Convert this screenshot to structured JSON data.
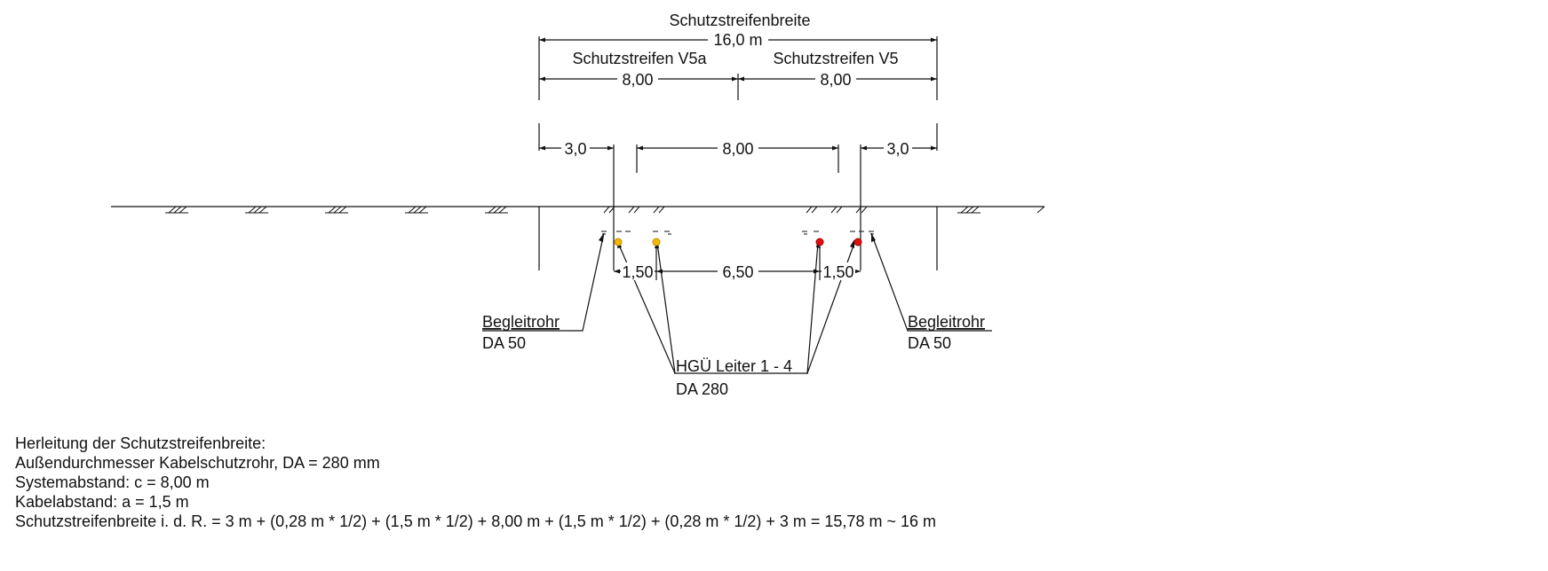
{
  "drawing": {
    "width_title": "Schutzstreifenbreite",
    "width_total": "16,0 m",
    "strip_left_title": "Schutzstreifen V5a",
    "strip_right_title": "Schutzstreifen V5",
    "strip_left_width": "8,00",
    "strip_right_width": "8,00",
    "edge_left": "3,0",
    "system_distance": "8,00",
    "edge_right": "3,0",
    "cable_spacing_left": "1,50",
    "inner_distance": "6,50",
    "cable_spacing_right": "1,50",
    "pipe_left": {
      "line1": "Begleitrohr",
      "line2": "DA 50"
    },
    "pipe_right": {
      "line1": "Begleitrohr",
      "line2": "DA 50"
    },
    "conductor": {
      "line1": "HGÜ Leiter 1 - 4",
      "line2": "DA 280"
    },
    "colors": {
      "line": "#111111",
      "cable_left": "#f5b800",
      "cable_right": "#e01010"
    }
  },
  "notes": {
    "heading": "Herleitung der Schutzstreifenbreite:",
    "line1": "Außendurchmesser Kabelschutzrohr, DA  = 280 mm",
    "line2": "Systemabstand: c = 8,00 m",
    "line3": "Kabelabstand: a = 1,5 m",
    "line4": "Schutzstreifenbreite i. d. R. = 3 m + (0,28 m * 1/2) + (1,5 m * 1/2)  + 8,00 m + (1,5 m * 1/2) + (0,28 m * 1/2) + 3 m = 15,78 m ~ 16 m"
  }
}
